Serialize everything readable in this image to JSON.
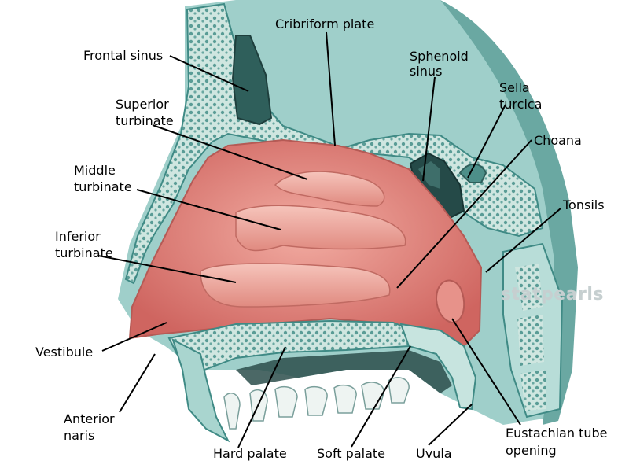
{
  "labels": {
    "frontal_sinus": "Frontal sinus",
    "cribriform_plate": "Cribriform plate",
    "sphenoid_sinus_1": "Sphenoid",
    "sphenoid_sinus_2": "sinus",
    "sella_turcica_1": "Sella",
    "sella_turcica_2": "turcica",
    "superior_turbinate_1": "Superior",
    "superior_turbinate_2": "turbinate",
    "choana": "Choana",
    "middle_turbinate_1": "Middle",
    "middle_turbinate_2": "turbinate",
    "tonsils": "Tonsils",
    "inferior_turbinate_1": "Inferior",
    "inferior_turbinate_2": "turbinate",
    "vestibule": "Vestibule",
    "anterior_naris_1": "Anterior",
    "anterior_naris_2": "naris",
    "hard_palate": "Hard palate",
    "soft_palate": "Soft palate",
    "uvula": "Uvula",
    "eustachian_tube_1": "Eustachian tube",
    "eustachian_tube_2": "opening"
  },
  "watermark": "statpearls",
  "colors": {
    "mucosa": "#d9706a",
    "mucosa_light": "#f0aea4",
    "bone": "#3f8a85",
    "bone_light": "#cfe6e0",
    "sinus_dark": "#254a48"
  }
}
